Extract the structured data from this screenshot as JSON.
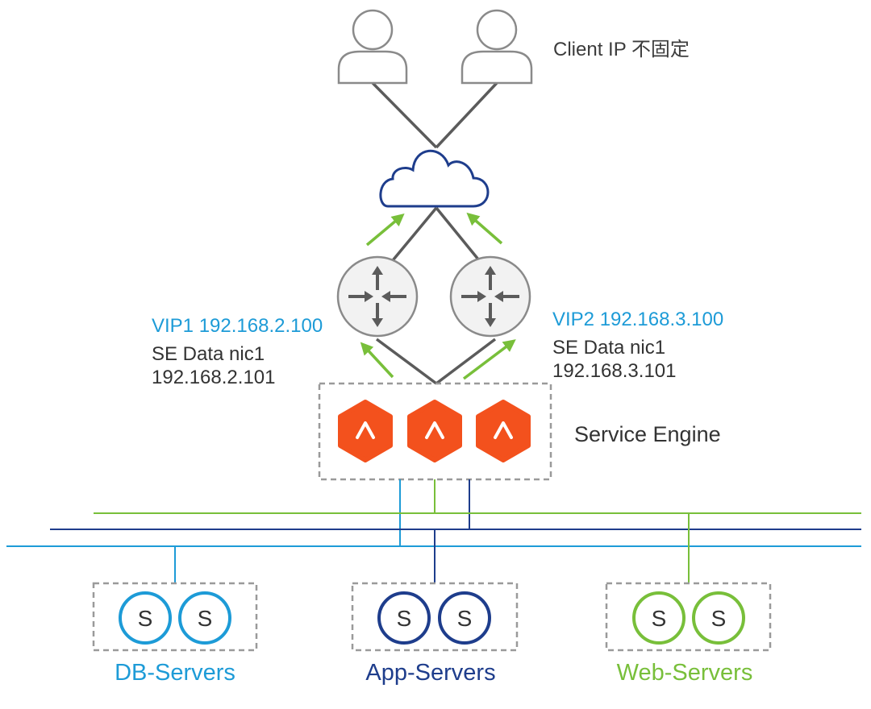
{
  "clients": {
    "label": "Client IP 不固定",
    "icon": "user-icon",
    "count": 2
  },
  "cloud": {
    "icon": "cloud-icon"
  },
  "routers": [
    {
      "icon": "router-icon",
      "vip": "VIP1 192.168.2.100",
      "se_line1": "SE Data nic1",
      "se_line2": "192.168.2.101"
    },
    {
      "icon": "router-icon",
      "vip": "VIP2 192.168.3.100",
      "se_line1": "SE Data nic1",
      "se_line2": "192.168.3.101"
    }
  ],
  "service_engine": {
    "label": "Service Engine",
    "icon": "service-engine-icon",
    "glyph": "^",
    "count": 3
  },
  "server_groups": [
    {
      "name": "DB-Servers",
      "color": "#1d9bd7",
      "servers": [
        "S",
        "S"
      ]
    },
    {
      "name": "App-Servers",
      "color": "#1e3d8c",
      "servers": [
        "S",
        "S"
      ]
    },
    {
      "name": "Web-Servers",
      "color": "#78bf3a",
      "servers": [
        "S",
        "S"
      ]
    }
  ],
  "colors": {
    "link_gray": "#5b5b5b",
    "arrow_green": "#78bf3a",
    "vip_blue": "#1d9bd7",
    "network_navy": "#1e3d8c",
    "network_cyan": "#1d9bd7",
    "network_green": "#78bf3a",
    "engine_orange": "#f3511d",
    "box_dash": "#9a9a9a"
  }
}
